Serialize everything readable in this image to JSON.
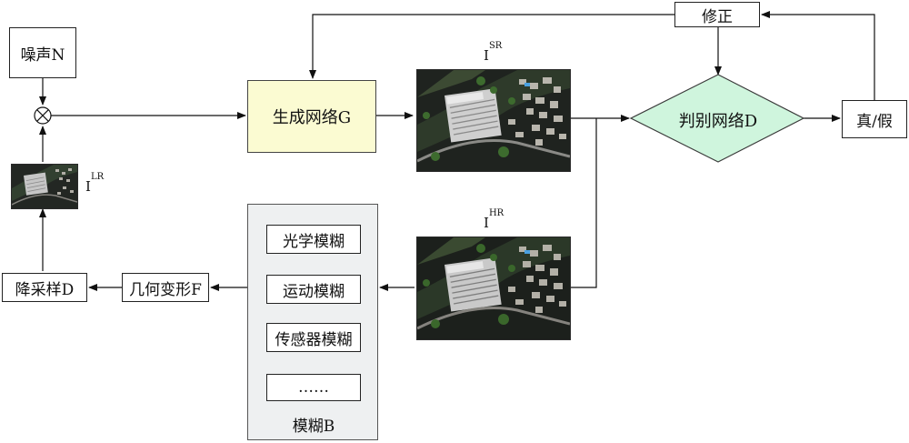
{
  "nodes": {
    "noise": "噪声N",
    "generator": "生成网络G",
    "discriminator": "判别网络D",
    "correction": "修正",
    "real_fake": "真/假",
    "downsample": "降采样D",
    "geometric": "几何变形F",
    "blur_title": "模糊B"
  },
  "blur_items": [
    "光学模糊",
    "运动模糊",
    "传感器模糊",
    "……"
  ],
  "images": {
    "sr_label": "I",
    "sr_sup": "SR",
    "hr_label": "I",
    "hr_sup": "HR",
    "lr_label": "I",
    "lr_sup": "LR"
  },
  "colors": {
    "generator_fill": "#fbfbd2",
    "discriminator_fill": "#cff5dd",
    "discriminator_stroke": "#3a3a3a",
    "blur_group_fill": "#eef0f1"
  }
}
